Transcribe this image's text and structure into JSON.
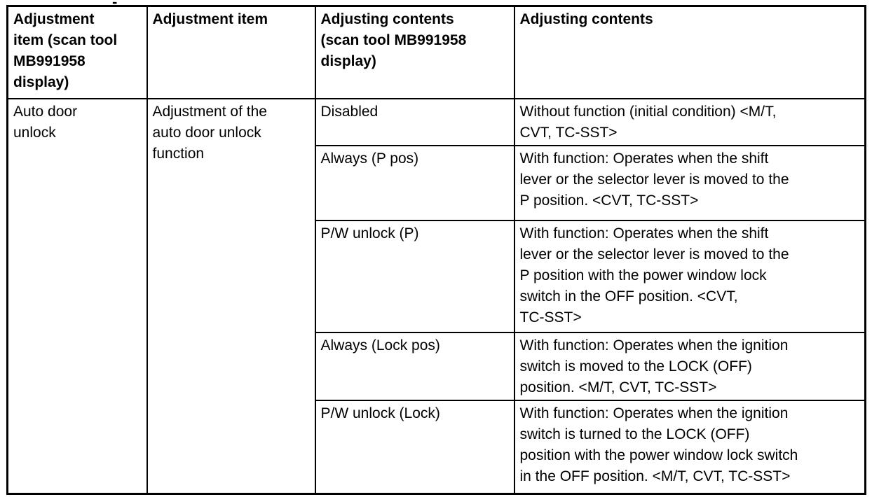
{
  "page": {
    "background": "#ffffff",
    "text_color": "#000000",
    "stray_mark": "-"
  },
  "table": {
    "border_color": "#000000",
    "headers": [
      "Adjustment\nitem (scan tool\nMB991958\ndisplay)",
      "Adjustment item",
      "Adjusting contents\n(scan tool MB991958\ndisplay)",
      "Adjusting contents"
    ],
    "adjustment_item": "Auto door\nunlock",
    "adjustment_item_description": "Adjustment of the\nauto door unlock\nfunction",
    "rows": [
      {
        "option": "Disabled",
        "description": "Without function (initial condition) <M/T,\nCVT, TC-SST>"
      },
      {
        "option": "Always (P pos)",
        "description": "With function: Operates when the shift\nlever or the selector lever is moved to the\nP position. <CVT, TC-SST>"
      },
      {
        "option": "P/W unlock (P)",
        "description": "With function: Operates when the shift\nlever or the selector lever is moved to the\nP position with the power window lock\nswitch in the OFF position. <CVT,\nTC-SST>"
      },
      {
        "option": "Always (Lock pos)",
        "description": "With function: Operates when the ignition\nswitch is moved to the LOCK (OFF)\nposition. <M/T, CVT, TC-SST>"
      },
      {
        "option": "P/W unlock (Lock)",
        "description": "With function: Operates when the ignition\nswitch is turned to the LOCK (OFF)\nposition with the power window lock switch\nin the OFF position. <M/T, CVT, TC-SST>"
      }
    ]
  }
}
